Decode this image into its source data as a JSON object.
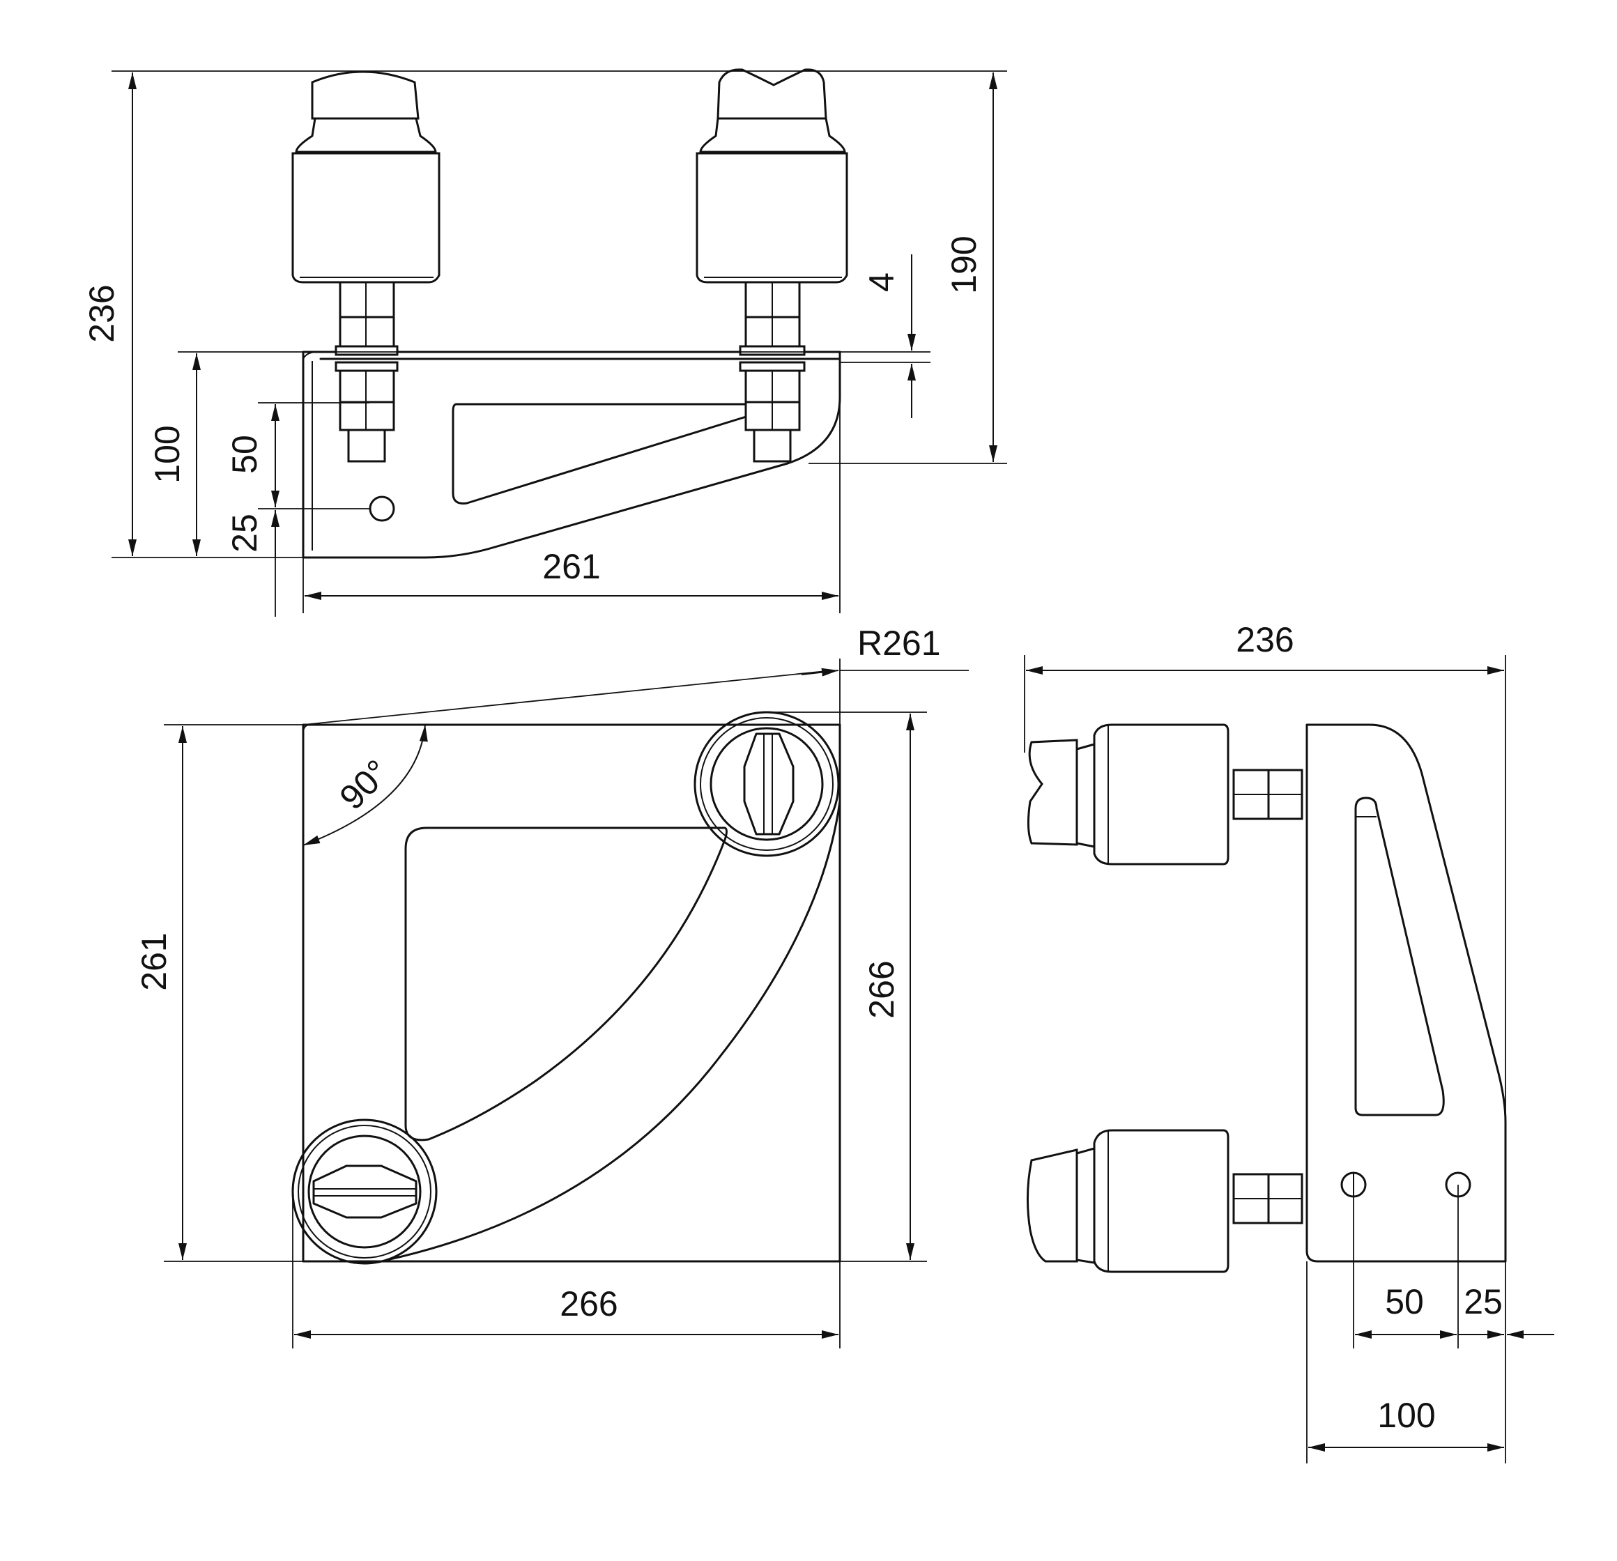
{
  "dimensions": {
    "top_view": {
      "overall_height": "236",
      "mount_height": "100",
      "hole_upper": "50",
      "hole_lower": "25",
      "base_width": "261",
      "plate_thickness": "4",
      "insulator_height": "190"
    },
    "front_view": {
      "radius": "R261",
      "angle": "90°",
      "height_left": "261",
      "height_right": "266",
      "width_bottom": "266"
    },
    "side_view": {
      "overall_width": "236",
      "hole_spacing": "50",
      "hole_edge": "25",
      "base_width": "100"
    }
  }
}
